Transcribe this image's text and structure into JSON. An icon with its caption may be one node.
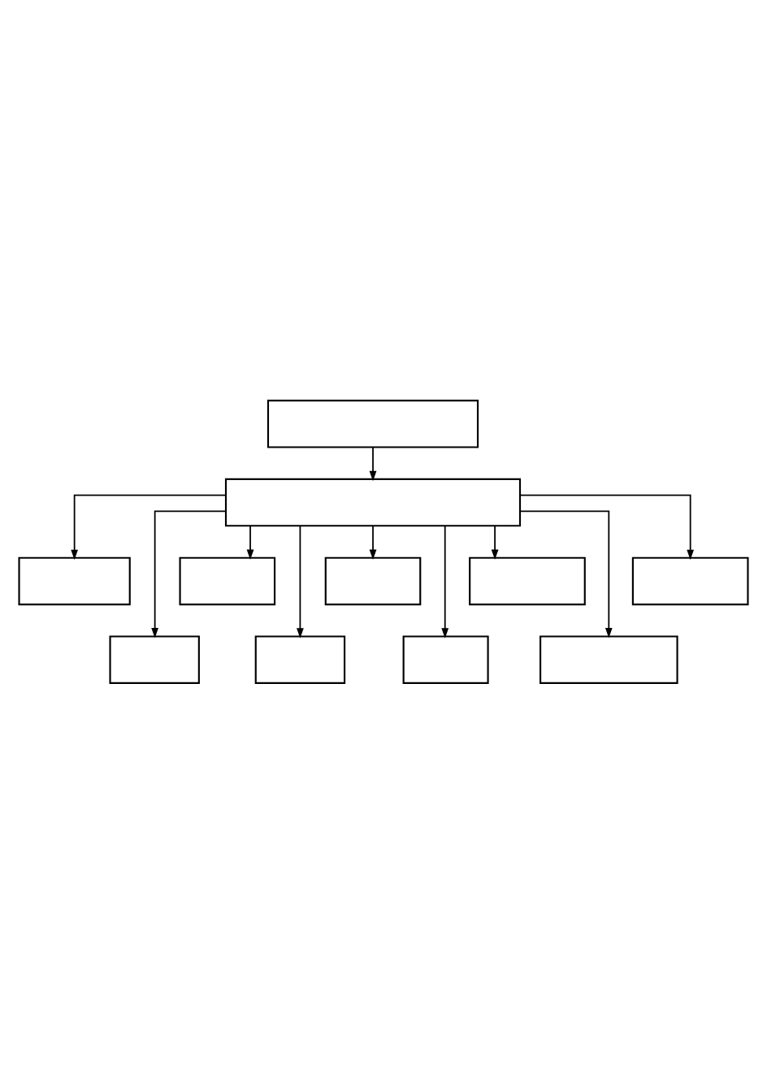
{
  "diagram": {
    "nodes": [
      {
        "text": [],
        "shape": "box"
      },
      {
        "text": [],
        "shape": "box"
      },
      {
        "text": [],
        "shape": "box"
      },
      {
        "text": [],
        "shape": "box"
      },
      {
        "text": [],
        "shape": "box"
      },
      {
        "text": [],
        "shape": "box"
      },
      {
        "text": [],
        "shape": "box"
      },
      {
        "text": [],
        "shape": "box"
      },
      {
        "text": [],
        "shape": "box"
      },
      {
        "text": [],
        "shape": "box"
      },
      {
        "text": [],
        "shape": "box"
      }
    ],
    "edges": [
      {
        "from": 0,
        "to": 1,
        "arrow": "to"
      },
      {
        "from": 1,
        "to": 2,
        "arrow": "to"
      },
      {
        "from": 1,
        "to": 7,
        "arrow": "to"
      },
      {
        "from": 1,
        "to": 3,
        "arrow": "to"
      },
      {
        "from": 1,
        "to": 8,
        "arrow": "to"
      },
      {
        "from": 1,
        "to": 4,
        "arrow": "to"
      },
      {
        "from": 1,
        "to": 9,
        "arrow": "to"
      },
      {
        "from": 1,
        "to": 5,
        "arrow": "to"
      },
      {
        "from": 1,
        "to": 10,
        "arrow": "to"
      },
      {
        "from": 1,
        "to": 6,
        "arrow": "to"
      }
    ]
  }
}
